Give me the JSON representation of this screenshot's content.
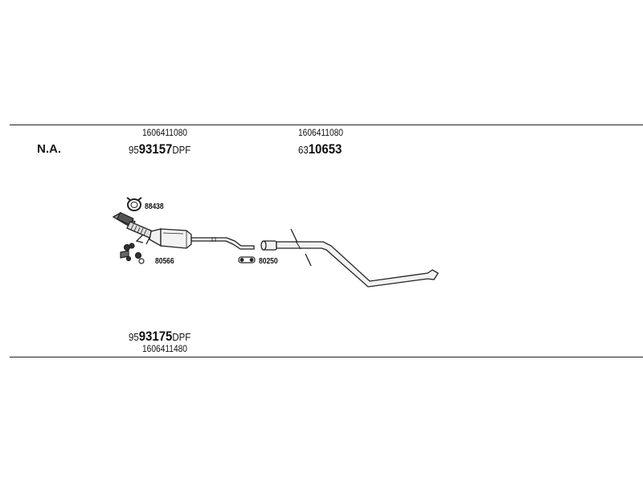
{
  "header": {
    "variant": "N.A."
  },
  "front_section": {
    "oe_number": "1606411080",
    "part_prefix": "95",
    "part_main": "93157",
    "part_suffix": "DPF"
  },
  "rear_section": {
    "oe_number": "1606411080",
    "part_prefix": "63",
    "part_main": "10653",
    "part_suffix": ""
  },
  "alternative": {
    "part_prefix": "95",
    "part_main": "93175",
    "part_suffix": "DPF",
    "oe_number": "1606411480"
  },
  "components": {
    "clamp": "88438",
    "gasket_kit": "80566",
    "rubber_mount": "80250"
  },
  "icons": [
    "clamp-ring-icon",
    "bolt-kit-icon",
    "mount-icon"
  ],
  "colors": {
    "line": "#222222",
    "pipe_fill": "#f2f2f2"
  }
}
